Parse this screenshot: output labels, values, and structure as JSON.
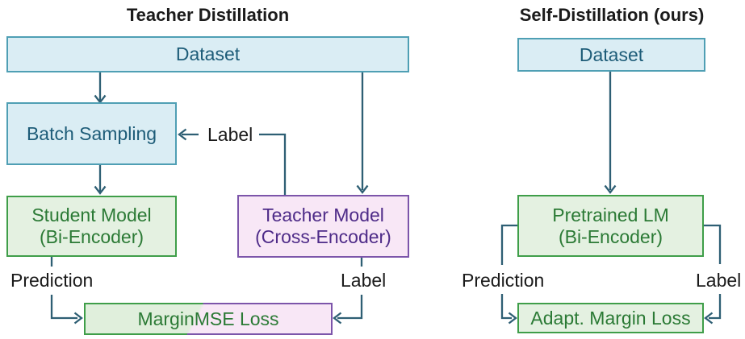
{
  "figure": {
    "type": "flow-diagram-comparison",
    "background": "#ffffff"
  },
  "palette": {
    "connector_line": "#2e5f74",
    "blue_box_fill": "#daedf4",
    "blue_box_border": "#4f9fb4",
    "blue_box_text": "#1d5c78",
    "green_box_fill": "#e4f1e1",
    "green_box_border": "#3f9e49",
    "green_box_text": "#2b7a35",
    "purple_box_fill": "#f8e7f6",
    "purple_box_border": "#7c55aa",
    "purple_box_text": "#4e2b88",
    "heading_text": "#1b1b1b"
  },
  "left_diagram": {
    "title": "Teacher Distillation",
    "nodes": {
      "dataset": {
        "label": "Dataset"
      },
      "batch_sampling": {
        "label": "Batch Sampling"
      },
      "student_model": {
        "label": "Student Model",
        "sublabel": "(Bi-Encoder)"
      },
      "teacher_model": {
        "label": "Teacher Model",
        "sublabel": "(Cross-Encoder)"
      },
      "loss": {
        "label": "MarginMSE Loss"
      }
    },
    "annotations": {
      "label_mid": "Label",
      "prediction": "Prediction",
      "label_bottom": "Label"
    }
  },
  "right_diagram": {
    "title": "Self-Distillation (ours)",
    "nodes": {
      "dataset": {
        "label": "Dataset"
      },
      "pretrained_lm": {
        "label": "Pretrained LM",
        "sublabel": "(Bi-Encoder)"
      },
      "loss": {
        "label": "Adapt. Margin Loss"
      }
    },
    "annotations": {
      "prediction": "Prediction",
      "label": "Label"
    }
  }
}
